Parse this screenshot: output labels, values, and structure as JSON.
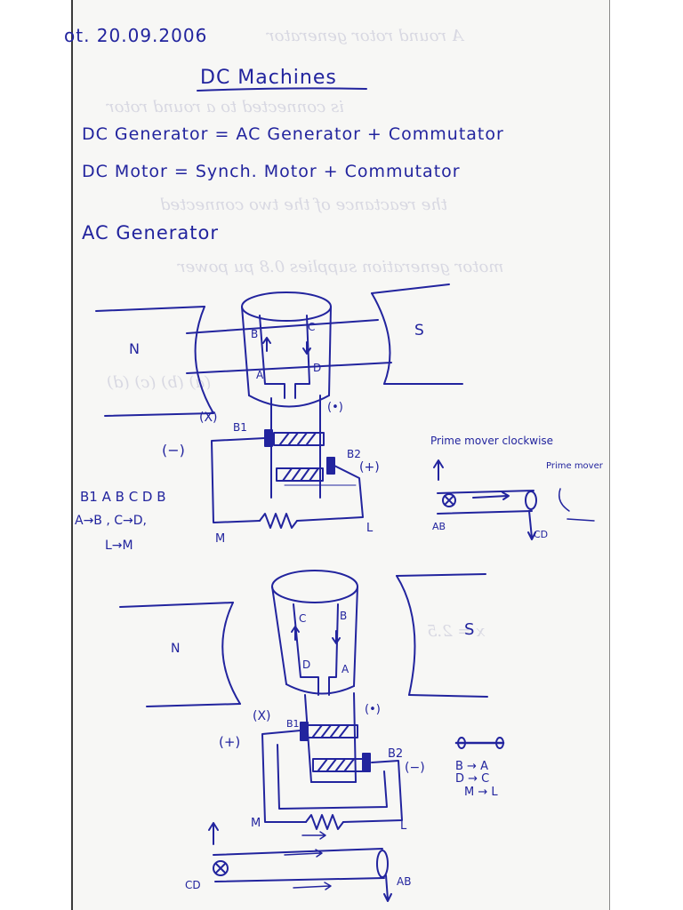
{
  "notes": {
    "date": "ot. 20.09.2006",
    "title": "DC Machines",
    "line1": "DC Generator = AC Generator + Commutator",
    "line2": "DC Motor = Synch. Motor + Commutator",
    "heading": "AC Generator"
  },
  "diagram1": {
    "north": "N",
    "south": "S",
    "coil_b": "B",
    "coil_c": "C",
    "coil_a": "A",
    "coil_d": "D",
    "cross": "(X)",
    "b1": "B1",
    "dot": "(•)",
    "minus": "(−)",
    "b2": "B2",
    "plus": "(+)",
    "m": "M",
    "l": "L"
  },
  "side_notes": {
    "line1": "B1 A B C D B",
    "line2": "A→B , C→D,",
    "line3": "L→M"
  },
  "sketch1": {
    "prime_mover": "Prime mover clockwise",
    "prime_mover2": "Prime mover",
    "ab": "AB",
    "cd": "CD"
  },
  "diagram2": {
    "north": "N",
    "south": "S",
    "coil_c": "C",
    "coil_b": "B",
    "coil_d": "D",
    "coil_a": "A",
    "cross": "(X)",
    "b1": "B1",
    "dot": "(•)",
    "plus": "(+)",
    "b2": "B2",
    "minus": "(−)",
    "m": "M",
    "l": "L"
  },
  "mapping": {
    "line1": "B → A",
    "line2": "D → C",
    "line3": "M → L"
  },
  "sketch2": {
    "cd": "CD",
    "ab": "AB"
  },
  "colors": {
    "ink": "#22249e",
    "paper": "#f7f7f5"
  }
}
